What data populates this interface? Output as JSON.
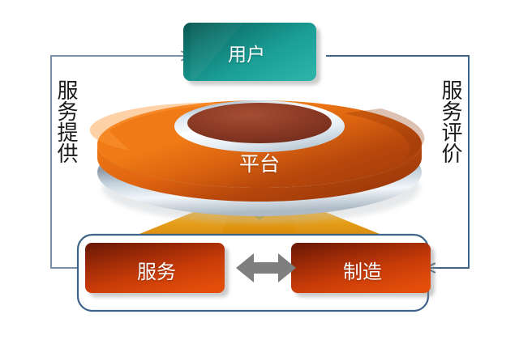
{
  "diagram": {
    "type": "platform-service-ecosystem",
    "center": {
      "torus_label": "平台",
      "torus_outer_color": "#EE7014",
      "torus_shade_color": "#B04A10",
      "torus_rim_color": "#C8D4DC",
      "torus_hole_color": "#8E3B28"
    },
    "top_node": {
      "label": "用户",
      "fill_start": "#0C5B57",
      "fill_end": "#1FA39A",
      "text_color": "#FFFFFF"
    },
    "bottom_nodes": [
      {
        "label": "服务",
        "fill_start": "#7E1E08",
        "fill_end": "#E0490B",
        "text_color": "#FFFFFF"
      },
      {
        "label": "制造",
        "fill_start": "#7E1E08",
        "fill_end": "#E0490B",
        "text_color": "#FFFFFF"
      }
    ],
    "bottom_connector": {
      "icon": "double-headed-arrow-icon",
      "color": "#808080",
      "direction": "bidirectional"
    },
    "bottom_container": {
      "border_color": "#3E6389",
      "fill": "#FFFFFF"
    },
    "flow_left": {
      "label": "服务提供",
      "direction": "up-to-user",
      "line_color": "#7C8FA8",
      "arrow": "arrow-right-icon"
    },
    "flow_right": {
      "label": "服务评价",
      "direction": "down-to-bottom-container",
      "line_color": "#3E6389",
      "arrow": "arrow-left-icon"
    },
    "funnel": {
      "icon": "crossing-fan-icon",
      "color_start": "#F0A81A",
      "color_end": "#D98B07",
      "description": "two crossing golden fans linking platform to bottom nodes"
    }
  }
}
